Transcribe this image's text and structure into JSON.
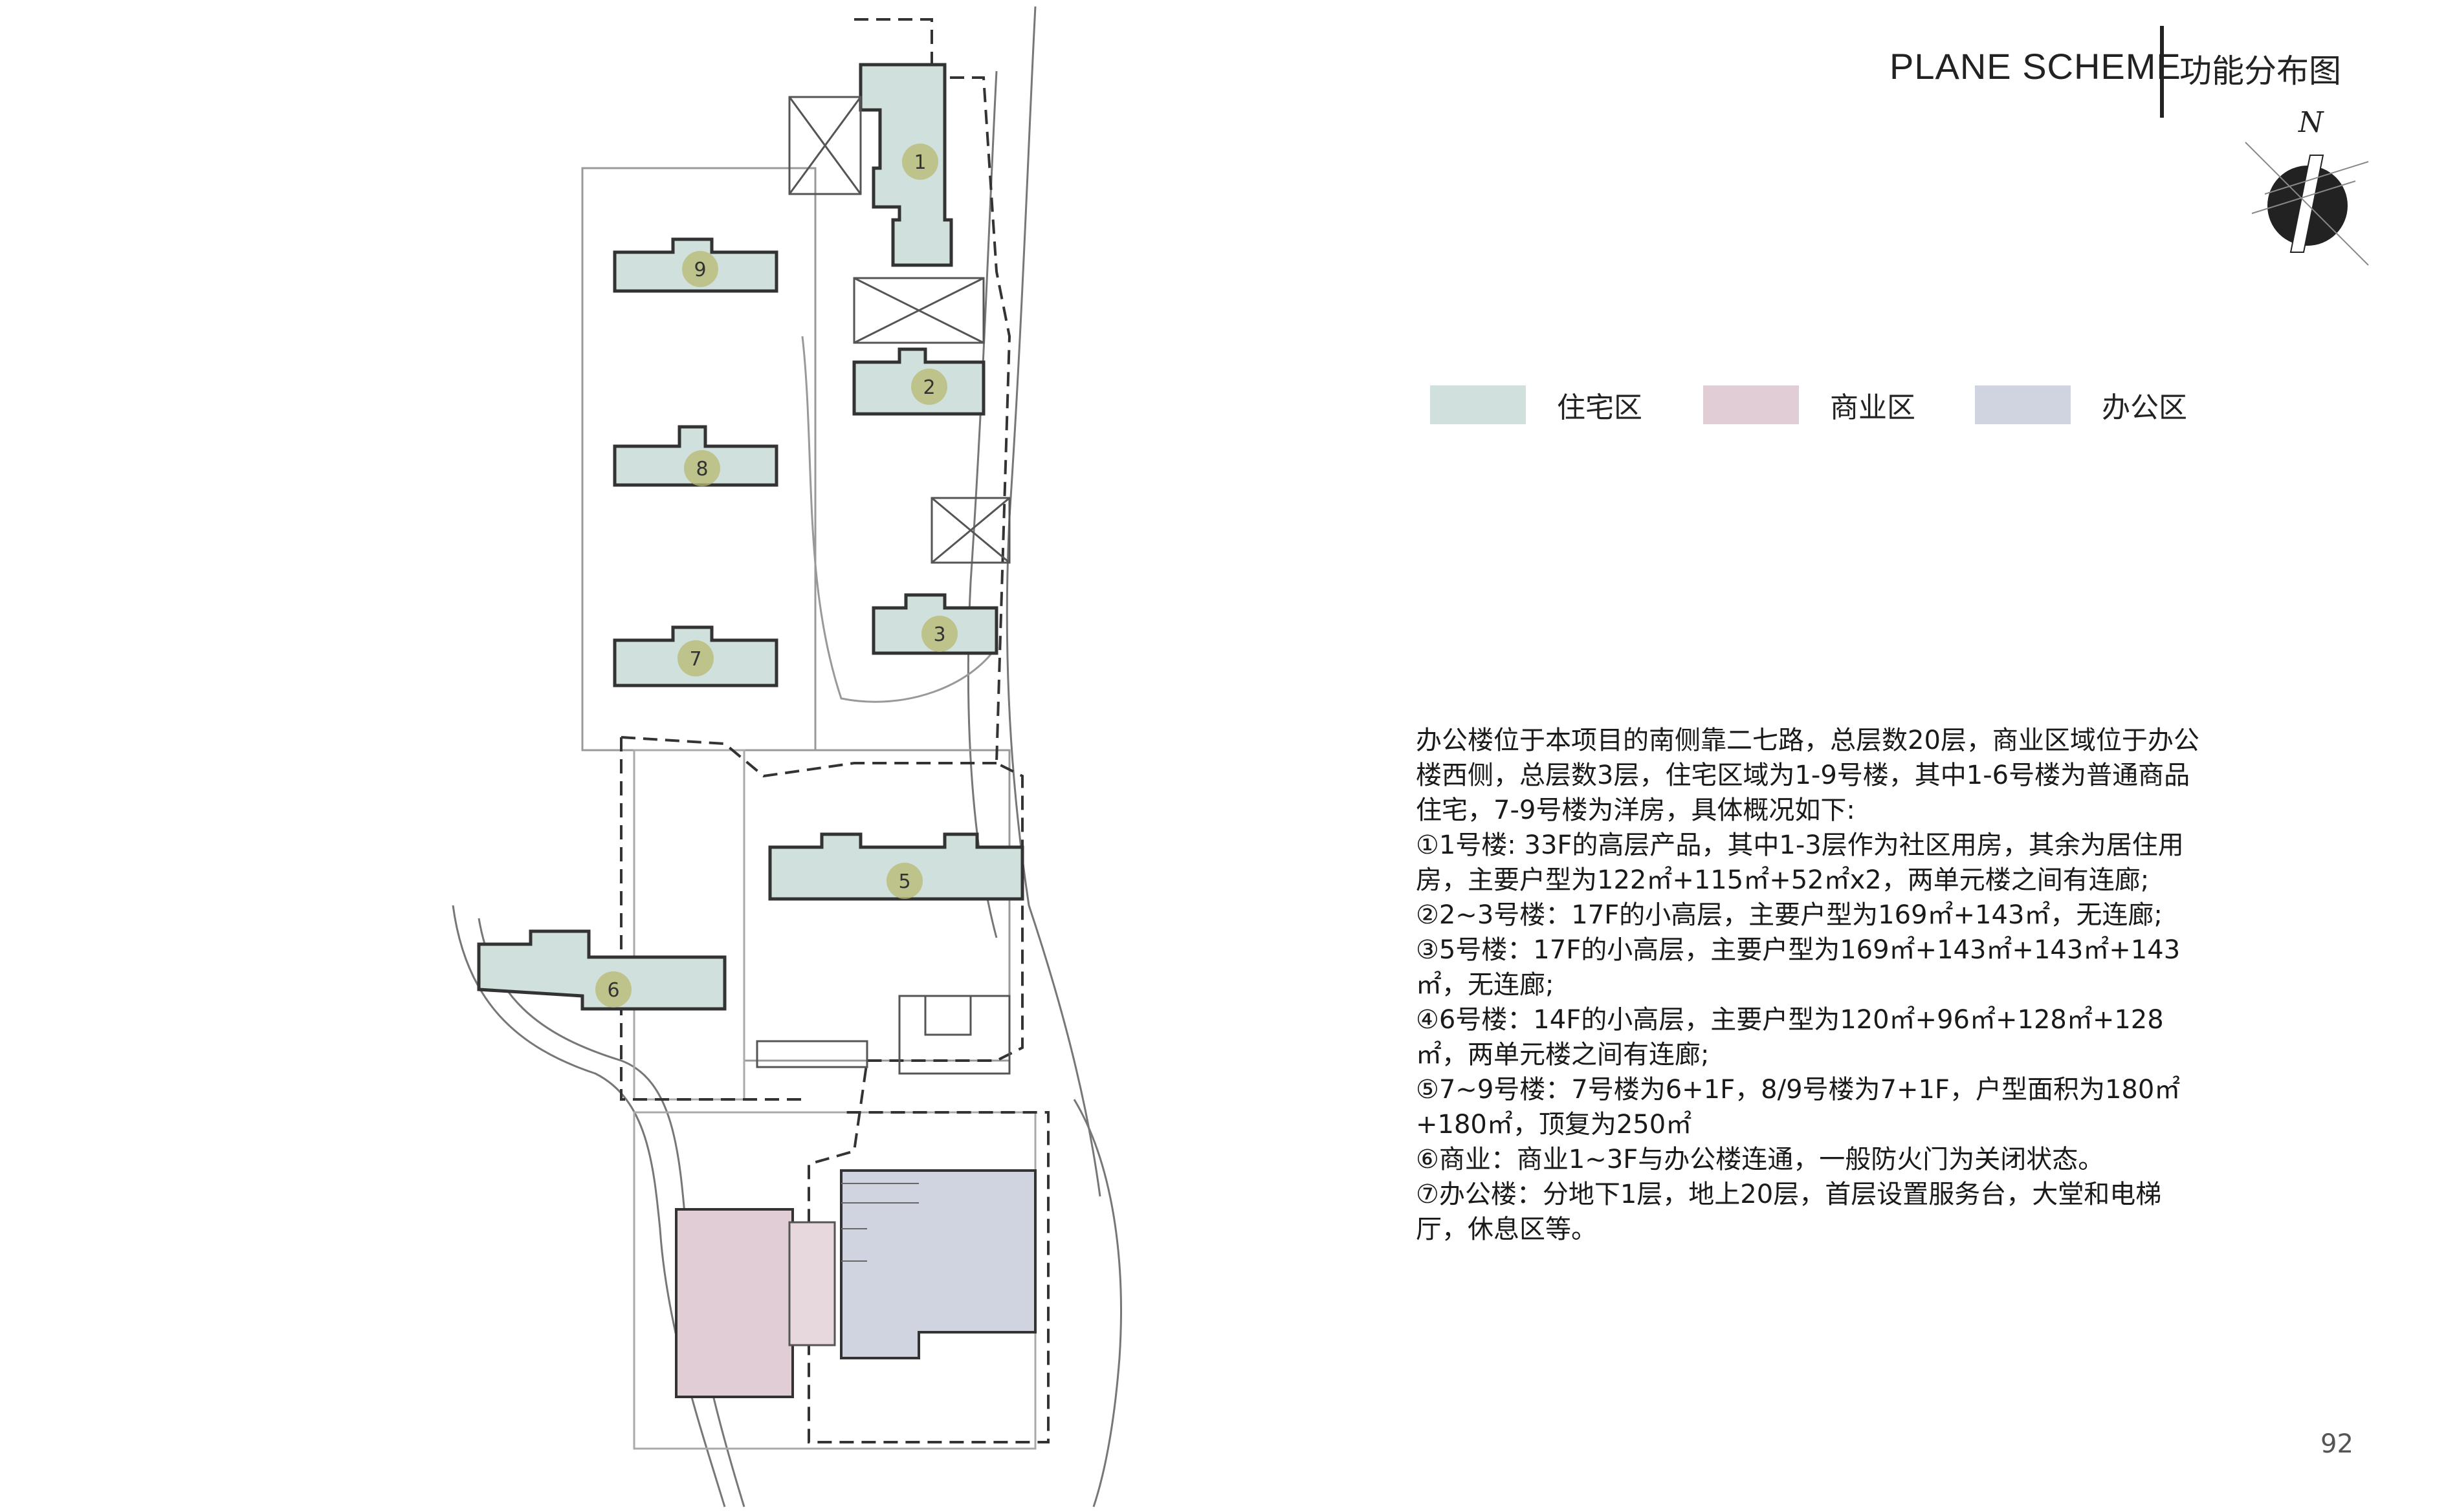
{
  "header": {
    "title_en": "PLANE SCHEME",
    "title_cn": "功能分布图",
    "north_label": "N"
  },
  "legend": [
    {
      "label": "住宅区",
      "color": "#d0e0dc"
    },
    {
      "label": "商业区",
      "color": "#e0cdd6"
    },
    {
      "label": "办公区",
      "color": "#cfd4e0"
    }
  ],
  "site_plan": {
    "building_numbers": [
      "1",
      "2",
      "3",
      "5",
      "6",
      "7",
      "8",
      "9"
    ],
    "marker_color": "#b8b870"
  },
  "description": {
    "intro": "办公楼位于本项目的南侧靠二七路，总层数20层，商业区域位于办公楼西侧，总层数3层，住宅区域为1-9号楼，其中1-6号楼为普通商品住宅，7-9号楼为洋房，具体概况如下:",
    "items": [
      "①1号楼: 33F的高层产品，其中1-3层作为社区用房，其余为居住用房，主要户型为122㎡+115㎡+52㎡x2，两单元楼之间有连廊;",
      "②2~3号楼：17F的小高层，主要户型为169㎡+143㎡，无连廊;",
      "③5号楼：17F的小高层，主要户型为169㎡+143㎡+143㎡+143㎡，无连廊;",
      "④6号楼：14F的小高层，主要户型为120㎡+96㎡+128㎡+128㎡，两单元楼之间有连廊;",
      "⑤7~9号楼：7号楼为6+1F，8/9号楼为7+1F，户型面积为180㎡+180㎡，顶复为250㎡",
      "⑥商业：商业1~3F与办公楼连通，一般防火门为关闭状态。",
      "⑦办公楼：分地下1层，地上20层，首层设置服务台，大堂和电梯厅，休息区等。"
    ]
  },
  "page_number": "92"
}
